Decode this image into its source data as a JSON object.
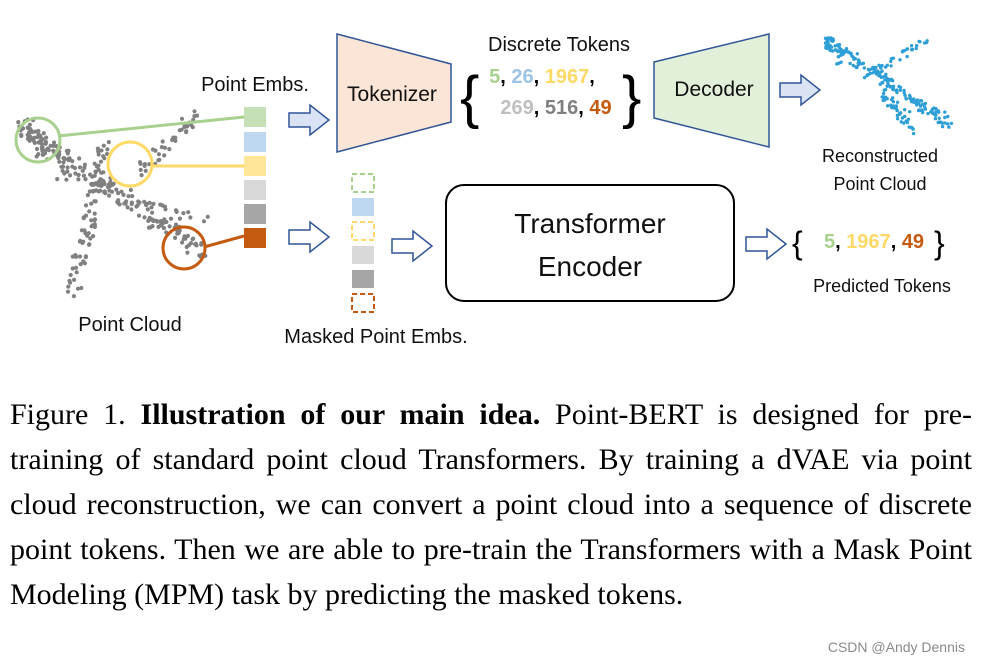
{
  "figure": {
    "point_cloud_label": "Point Cloud",
    "point_embs_label": "Point Embs.",
    "masked_point_embs_label": "Masked Point Embs.",
    "tokenizer_label": "Tokenizer",
    "decoder_label": "Decoder",
    "discrete_tokens_label": "Discrete Tokens",
    "transformer_line1": "Transformer",
    "transformer_line2": "Encoder",
    "reconstructed_line1": "Reconstructed",
    "reconstructed_line2": "Point Cloud",
    "predicted_tokens_label": "Predicted Tokens",
    "discrete_tokens": [
      {
        "text": "5",
        "color": "#a9d18e"
      },
      {
        "text": "26",
        "color": "#9dc3e6"
      },
      {
        "text": "1967",
        "color": "#ffd966"
      },
      {
        "text": "269",
        "color": "#bfbfbf"
      },
      {
        "text": "516",
        "color": "#7f7f7f"
      },
      {
        "text": "49",
        "color": "#c55a11"
      }
    ],
    "predicted_tokens": [
      {
        "text": "5",
        "color": "#a9d18e"
      },
      {
        "text": "1967",
        "color": "#ffd966"
      },
      {
        "text": "49",
        "color": "#c55a11"
      }
    ],
    "embedding_colors": [
      "#c5e0b4",
      "#bdd7ee",
      "#ffe699",
      "#d9d9d9",
      "#a6a6a6",
      "#c55a11"
    ],
    "tokenizer_fill": "#fbe5d6",
    "decoder_fill": "#e2f0d9",
    "arrow_fill": "#dae3f3",
    "arrow_stroke": "#2f5597",
    "cloud_gray": "#808080",
    "cloud_blue": "#2e9fd6"
  },
  "caption": {
    "figure_num": "Figure 1.",
    "title": "Illustration of our main idea.",
    "body": "Point-BERT is designed for pre-training of standard point cloud Transformers. By training a dVAE via point cloud reconstruction, we can convert a point cloud into a sequence of discrete point tokens. Then we are able to pre-train the Transformers with a Mask Point Modeling (MPM) task by predicting the masked tokens."
  },
  "watermark": "CSDN @Andy Dennis"
}
